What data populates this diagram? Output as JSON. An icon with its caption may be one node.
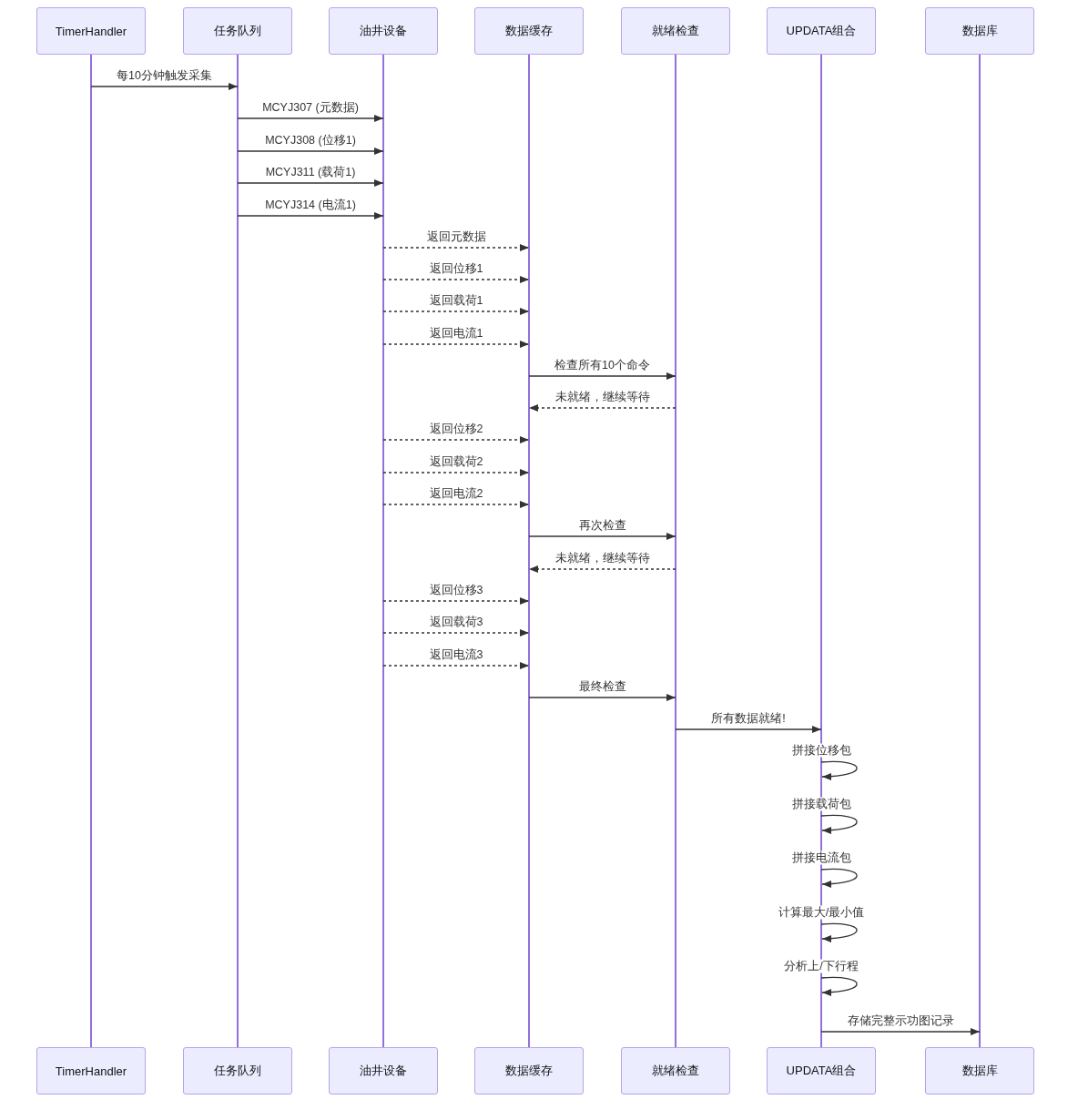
{
  "diagram": {
    "nodes": [
      {
        "text": [
          "TimerHandler"
        ]
      },
      {
        "text": [
          "任务队列"
        ]
      },
      {
        "text": [
          "油井设备"
        ]
      },
      {
        "text": [
          "数据缓存"
        ]
      },
      {
        "text": [
          "就绪检查"
        ]
      },
      {
        "text": [
          "UPDATA组合"
        ]
      },
      {
        "text": [
          "数据库"
        ]
      },
      {
        "text": [],
        "shape": "line"
      },
      {
        "text": [],
        "shape": "line"
      },
      {
        "text": [],
        "shape": "line"
      },
      {
        "text": [],
        "shape": "line"
      },
      {
        "text": [],
        "shape": "line"
      },
      {
        "text": [],
        "shape": "line"
      },
      {
        "text": [],
        "shape": "line"
      },
      {
        "text": [
          "TimerHandler"
        ]
      },
      {
        "text": [
          "任务队列"
        ]
      },
      {
        "text": [
          "油井设备"
        ]
      },
      {
        "text": [
          "数据缓存"
        ]
      },
      {
        "text": [
          "就绪检查"
        ]
      },
      {
        "text": [
          "UPDATA组合"
        ]
      },
      {
        "text": [
          "数据库"
        ]
      }
    ],
    "edges": [
      {
        "from": 7,
        "to": 8,
        "arrow": "to",
        "label": "每10分钟触发采集"
      },
      {
        "from": 8,
        "to": 9,
        "arrow": "to",
        "label": "MCYJ307 (元数据)"
      },
      {
        "from": 8,
        "to": 9,
        "arrow": "to",
        "label": "MCYJ308 (位移1)"
      },
      {
        "from": 8,
        "to": 9,
        "arrow": "to",
        "label": "MCYJ311 (载荷1)"
      },
      {
        "from": 8,
        "to": 9,
        "arrow": "to",
        "label": "MCYJ314 (电流1)"
      },
      {
        "from": 9,
        "to": 10,
        "arrow": "to",
        "label": "返回元数据",
        "style": "dashed"
      },
      {
        "from": 9,
        "to": 10,
        "arrow": "to",
        "label": "返回位移1",
        "style": "dashed"
      },
      {
        "from": 9,
        "to": 10,
        "arrow": "to",
        "label": "返回载荷1",
        "style": "dashed"
      },
      {
        "from": 9,
        "to": 10,
        "arrow": "to",
        "label": "返回电流1",
        "style": "dashed"
      },
      {
        "from": 10,
        "to": 11,
        "arrow": "to",
        "label": "检查所有10个命令"
      },
      {
        "from": 11,
        "to": 10,
        "arrow": "to",
        "label": "未就绪，继续等待",
        "style": "dashed"
      },
      {
        "from": 9,
        "to": 10,
        "arrow": "to",
        "label": "返回位移2",
        "style": "dashed"
      },
      {
        "from": 9,
        "to": 10,
        "arrow": "to",
        "label": "返回载荷2",
        "style": "dashed"
      },
      {
        "from": 9,
        "to": 10,
        "arrow": "to",
        "label": "返回电流2",
        "style": "dashed"
      },
      {
        "from": 10,
        "to": 11,
        "arrow": "to",
        "label": "再次检查"
      },
      {
        "from": 11,
        "to": 10,
        "arrow": "to",
        "label": "未就绪，继续等待",
        "style": "dashed"
      },
      {
        "from": 9,
        "to": 10,
        "arrow": "to",
        "label": "返回位移3",
        "style": "dashed"
      },
      {
        "from": 9,
        "to": 10,
        "arrow": "to",
        "label": "返回载荷3",
        "style": "dashed"
      },
      {
        "from": 9,
        "to": 10,
        "arrow": "to",
        "label": "返回电流3",
        "style": "dashed"
      },
      {
        "from": 10,
        "to": 11,
        "arrow": "to",
        "label": "最终检查"
      },
      {
        "from": 11,
        "to": 12,
        "arrow": "to",
        "label": "所有数据就绪!"
      },
      {
        "from": 12,
        "to": 12,
        "arrow": "to",
        "label": "拼接位移包"
      },
      {
        "from": 12,
        "to": 12,
        "arrow": "to",
        "label": "拼接载荷包"
      },
      {
        "from": 12,
        "to": 12,
        "arrow": "to",
        "label": "拼接电流包"
      },
      {
        "from": 12,
        "to": 12,
        "arrow": "to",
        "label": "计算最大/最小值"
      },
      {
        "from": 12,
        "to": 12,
        "arrow": "to",
        "label": "分析上/下行程"
      },
      {
        "from": 12,
        "to": 13,
        "arrow": "to",
        "label": "存储完整示功图记录"
      }
    ]
  }
}
